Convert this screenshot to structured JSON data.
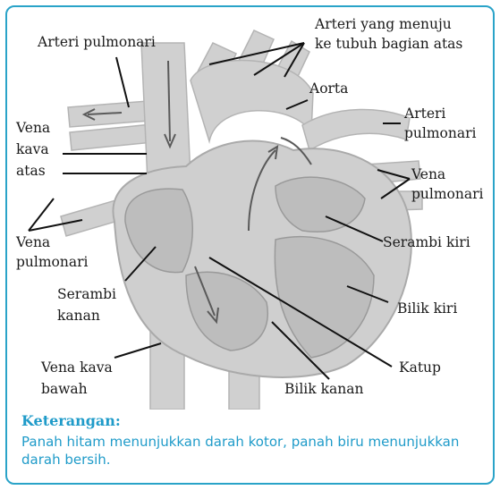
{
  "labels": {
    "arteri_pulmonari_left": "Arteri pulmonari",
    "arteri_atas_line1": "Arteri yang menuju",
    "arteri_atas_line2": "ke tubuh bagian atas",
    "aorta": "Aorta",
    "arteri_pulmonari_right_line1": "Arteri",
    "arteri_pulmonari_right_line2": "pulmonari",
    "vena_kava_atas_line1": "Vena",
    "vena_kava_atas_line2": "kava",
    "vena_kava_atas_line3": "atas",
    "vena_pulmonari_right_line1": "Vena",
    "vena_pulmonari_right_line2": "pulmonari",
    "serambi_kiri": "Serambi kiri",
    "vena_pulmonari_left_line1": "Vena",
    "vena_pulmonari_left_line2": "pulmonari",
    "serambi_kanan_line1": "Serambi",
    "serambi_kanan_line2": "kanan",
    "bilik_kiri": "Bilik kiri",
    "vena_kava_bawah_line1": "Vena kava",
    "vena_kava_bawah_line2": "bawah",
    "katup": "Katup",
    "bilik_kanan": "Bilik kanan"
  },
  "legend": {
    "title": "Keterangan:",
    "text": "Panah hitam menunjukkan darah kotor, panah biru menunjukkan darah bersih."
  },
  "colors": {
    "frame_border": "#2aa3c8",
    "legend_text": "#1f9bc9",
    "heart_fill": "#cfcfcf",
    "chamber_fill": "#bdbdbd"
  }
}
